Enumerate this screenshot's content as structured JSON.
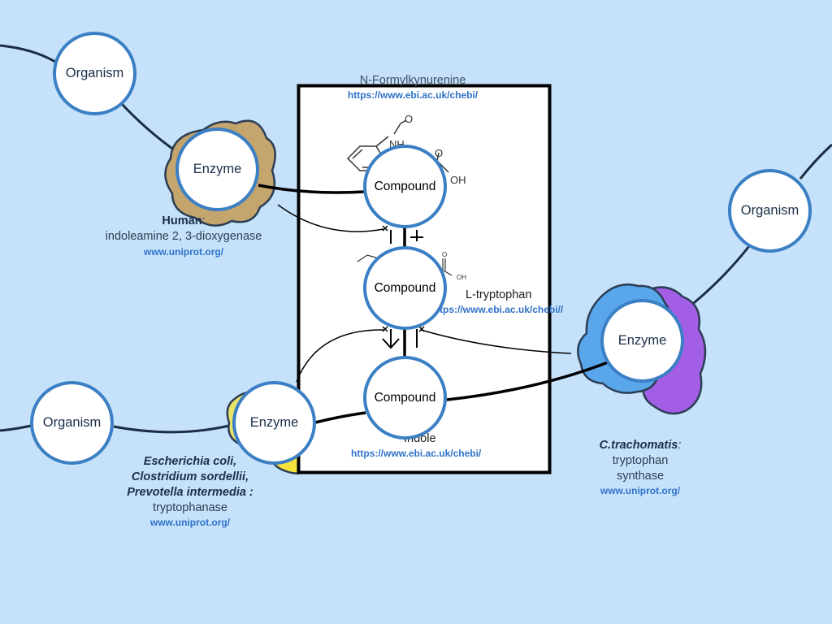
{
  "diagram": {
    "compounds": [
      {
        "id": "c1",
        "label": "Compound",
        "name": "N-Formylkynurenine",
        "link": "https://www.ebi.ac.uk/chebi/"
      },
      {
        "id": "c2",
        "label": "Compound",
        "name": "L-tryptophan",
        "link": "tps://www.ebi.ac.uk/chebi//"
      },
      {
        "id": "c3",
        "label": "Compound",
        "name": "Indole",
        "link": "https://www.ebi.ac.uk/chebi/"
      }
    ],
    "enzymes": [
      {
        "id": "e1",
        "label": "Enzyme",
        "organism_bold": "Human",
        "organism_suffix": ":",
        "name": "indoleamine 2, 3-dioxygenase",
        "link": "www.uniprot.org/",
        "blob_color": "#c4a56e"
      },
      {
        "id": "e2",
        "label": "Enzyme",
        "species": [
          "Escherichia coli,",
          "Clostridium sordellii,",
          "Prevotella intermedia :"
        ],
        "name": "tryptophanase",
        "link": "www.uniprot.org/",
        "blob_color": "#e8e36a"
      },
      {
        "id": "e3",
        "label": "Enzyme",
        "organism_bold": "C.trachomatis",
        "organism_suffix": ":",
        "name_lines": [
          "tryptophan",
          "synthase"
        ],
        "link": "www.uniprot.org/",
        "blob_colors": [
          "#5aa6ea",
          "#a35ee6"
        ]
      }
    ],
    "organisms": [
      {
        "id": "o1",
        "label": "Organism"
      },
      {
        "id": "o2",
        "label": "Organism"
      },
      {
        "id": "o3",
        "label": "Organism"
      }
    ],
    "structure_atoms": [
      "O",
      "NH",
      "O",
      "OH",
      "O",
      "OH"
    ],
    "colors": {
      "background": "#c6e2fb",
      "node_border": "#3b7fc4",
      "edge": "#1b2e45",
      "link": "#2f72c9"
    }
  }
}
